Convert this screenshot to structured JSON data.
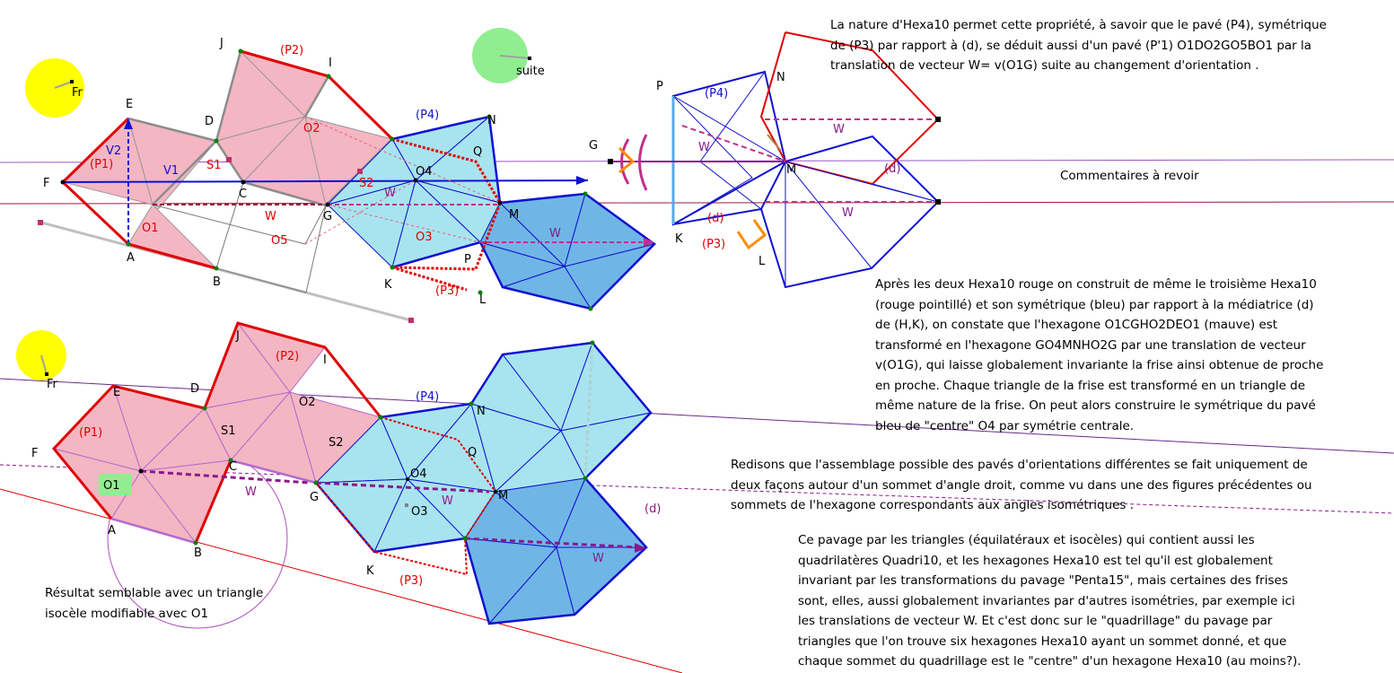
{
  "texts": {
    "top_right": [
      "La nature d'Hexa10 permet cette propriété, à savoir que le pavé (P4), symétrique",
      "de (P3) par rapport à (d), se déduit aussi d'un pavé (P'1) O1DO2GO5BO1 par la",
      "translation de vecteur W= v(O1G) suite au changement d'orientation ."
    ],
    "comment": "Commentaires à revoir",
    "middle": [
      "Après les deux Hexa10 rouge on construit de même le troisième Hexa10",
      "(rouge pointillé) et son symétrique (bleu) par rapport à la médiatrice (d)",
      "de (H,K), on constate que l'hexagone O1CGHO2DEO1 (mauve) est",
      "transformé en l'hexagone GO4MNHO2G par une translation de vecteur",
      "v(O1G), qui laisse globalement invariante la frise ainsi obtenue de proche",
      " en proche. Chaque triangle de la frise est transformé en un triangle de",
      "même nature de la frise. On peut alors construire le symétrique du pavé",
      "bleu de \"centre\" O4 par symétrie centrale."
    ],
    "redisons": [
      "Redisons que l'assemblage possible des pavés d'orientations différentes se fait uniquement de",
      "deux façons autour d'un sommet d'angle droit, comme vu dans une des figures précédentes ou",
      "sommets de l'hexagone correspondants aux angles isométriques ."
    ],
    "pavage": [
      "Ce pavage par les triangles (équilatéraux et isocèles) qui contient aussi les",
      "quadrilatères Quadri10, et les hexagones Hexa10 est tel qu'il est globalement",
      "invariant par les transformations du pavage \"Penta15\", mais certaines des frises",
      "sont, elles, aussi globalement invariantes par d'autres isométries, par exemple ici",
      "les translations de vecteur W. Et c'est donc sur le \"quadrillage\" du pavage par",
      "triangles que l'on trouve six hexagones Hexa10 ayant un sommet donné, et que",
      "chaque sommet du quadrillage est le \"centre\" d'un hexagone Hexa10 (au moins?)."
    ],
    "resultat": [
      "Résultat semblable avec un triangle",
      "isocèle modifiable avec O1"
    ]
  },
  "buttons": {
    "fr_top": "Fr",
    "fr_bottom": "Fr",
    "suite": "suite",
    "o1_box": "O1"
  },
  "labels_top": {
    "J": "J",
    "P2": "(P2)",
    "I": "I",
    "E": "E",
    "D": "D",
    "O2": "O2",
    "V2": "V2",
    "P1": "(P1)",
    "S1": "S1",
    "V1": "V1",
    "F": "F",
    "C": "C",
    "S2": "S2",
    "G": "G",
    "O1": "O1",
    "W1": "W",
    "O5": "O5",
    "A": "A",
    "B": "B",
    "P4": "(P4)",
    "N": "N",
    "Q": "Q",
    "O4": "O4",
    "W2": "W",
    "M": "M",
    "O3": "O3",
    "W3": "W",
    "P": "P",
    "K": "K",
    "P3": "(P3)",
    "L": "L"
  },
  "labels_right": {
    "P": "P",
    "P4": "(P4)",
    "N": "N",
    "G": "G",
    "W1": "W",
    "W2": "W",
    "M": "M",
    "d1": "(d)",
    "W3": "W",
    "d2": "(d)",
    "K": "K",
    "P3": "(P3)",
    "L": "L"
  },
  "labels_bottom": {
    "J": "J",
    "P2": "(P2)",
    "I": "I",
    "E": "E",
    "D": "D",
    "O2": "O2",
    "P1": "(P1)",
    "S1": "S1",
    "F": "F",
    "S2": "S2",
    "C": "C",
    "G": "G",
    "W1": "W",
    "A": "A",
    "B": "B",
    "P4": "(P4)",
    "N": "N",
    "Q": "Q",
    "O4": "O4",
    "W2": "W",
    "M": "M",
    "O3": "O3",
    "d": "(d)",
    "W3": "W",
    "K": "K",
    "P3": "(P3)"
  },
  "colors": {
    "red": "#e00000",
    "blue": "#1010d0",
    "violet": "#8a1a8a",
    "pink": "#f4b6c2",
    "lightblue": "#a8e4ef",
    "midblue": "#6fb6e6",
    "yellow": "#ffff00",
    "green": "#90ee90",
    "orange": "#ff8c00"
  }
}
